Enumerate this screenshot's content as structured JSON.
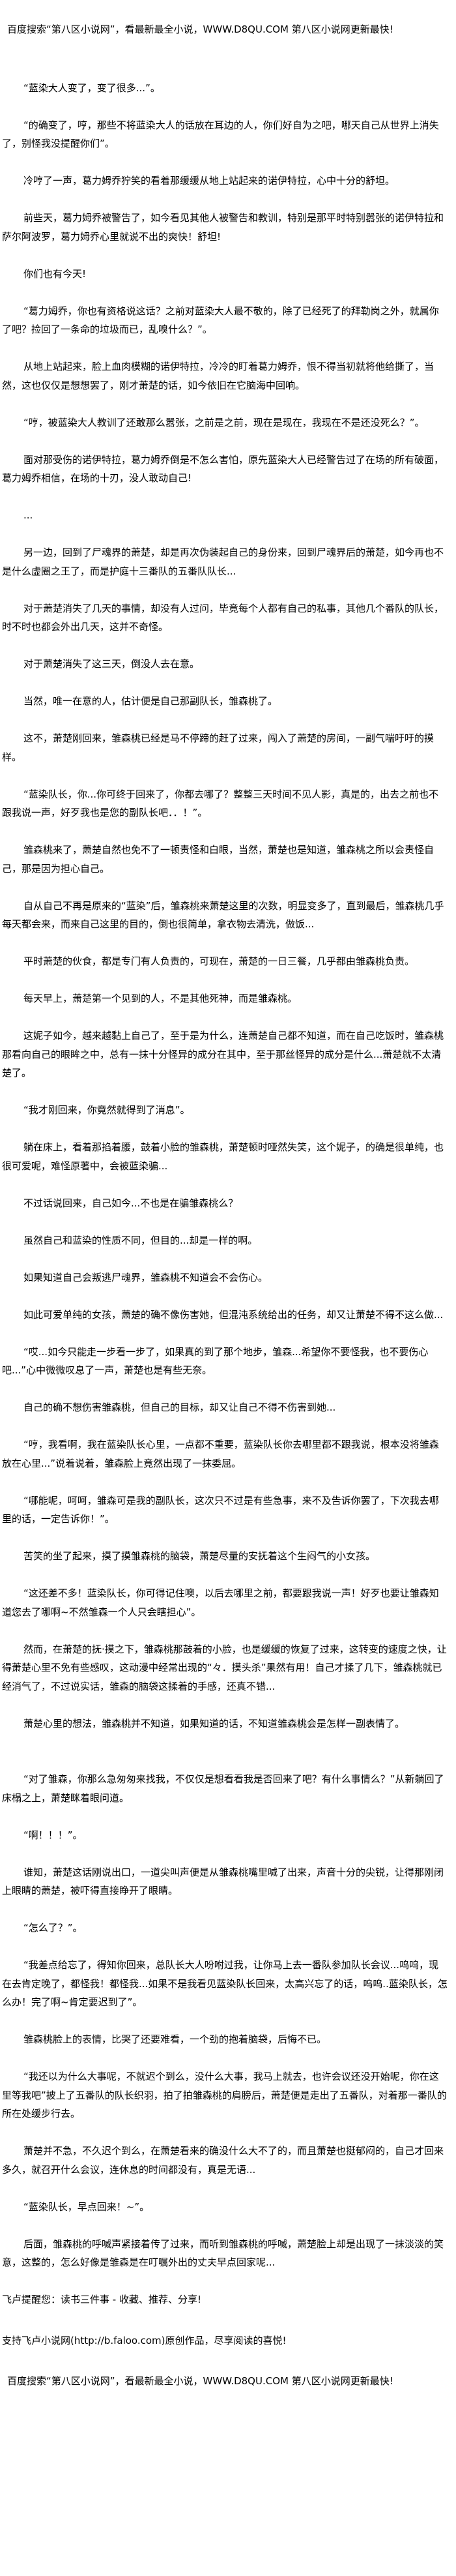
{
  "header_banner": "百度搜索“第八区小说网”，看最新最全小说，WWW.D8QU.COM   第八区小说网更新最快!",
  "paragraphs": [
    "“蓝染大人变了，变了很多...”。",
    "“的确变了，哼，那些不将蓝染大人的话放在耳边的人，你们好自为之吧，哪天自己从世界上消失了，别怪我没提醒你们”。",
    "冷哼了一声，葛力姆乔狞笑的看着那缓缓从地上站起来的诺伊特拉，心中十分的舒坦。",
    "前些天，葛力姆乔被警告了，如今看见其他人被警告和教训，特别是那平时特别嚣张的诺伊特拉和萨尔阿波罗，葛力姆乔心里就说不出的爽快！舒坦!",
    "你们也有今天!",
    "“葛力姆乔，你也有资格说这话？之前对蓝染大人最不敬的，除了已经死了的拜勒岗之外，就属你了吧？捡回了一条命的垃圾而已，乱嗅什么？”。",
    "从地上站起来，脸上血肉模糊的诺伊特拉，冷冷的盯着葛力姆乔，恨不得当初就将他给撕了，当然，这也仅仅是想想罢了，刚才萧楚的话，如今依旧在它脑海中回响。",
    "“哼，被蓝染大人教训了还敢那么嚣张，之前是之前，现在是现在，我现在不是还没死么？”。",
    "面对那受伤的诺伊特拉，葛力姆乔倒是不怎么害怕，原先蓝染大人已经警告过了在场的所有破面，葛力姆乔相信，在场的十刃，没人敢动自己!",
    "...",
    "另一边，回到了尸魂界的萧楚，却是再次伪装起自己的身份来，回到尸魂界后的萧楚，如今再也不是什么虚圈之王了，而是护庭十三番队的五番队队长...",
    "对于萧楚消失了几天的事情，却没有人过问，毕竟每个人都有自己的私事，其他几个番队的队长，时不时也都会外出几天，这并不奇怪。",
    "对于萧楚消失了这三天，倒没人去在意。",
    "当然，唯一在意的人，估计便是自己那副队长，雏森桃了。",
    "这不，萧楚刚回来，雏森桃已经是马不停蹄的赶了过来，闯入了萧楚的房间，一副气喘吁吁的摸样。",
    "“蓝染队长，你...你可终于回来了，你都去哪了？整整三天时间不见人影，真是的，出去之前也不跟我说一声，好歹我也是您的副队长吧．．！”。",
    "雏森桃来了，萧楚自然也免不了一顿责怪和白眼，当然，萧楚也是知道，雏森桃之所以会责怪自己，那是因为担心自己。",
    "自从自己不再是原来的“蓝染”后，雏森桃来萧楚这里的次数，明显变多了，直到最后，雏森桃几乎每天都会来，而来自己这里的目的，倒也很简单，拿衣物去清洗，做饭...",
    "平时萧楚的伙食，都是专门有人负责的，可现在，萧楚的一日三餐，几乎都由雏森桃负责。",
    "每天早上，萧楚第一个见到的人，不是其他死神，而是雏森桃。",
    "这妮子如今，越来越黏上自己了，至于是为什么，连萧楚自己都不知道，而在自己吃饭时，雏森桃那看向自己的眼眸之中，总有一抹十分怪异的成分在其中，至于那丝怪异的成分是什么...萧楚就不太清楚了。",
    "“我才刚回来，你竟然就得到了消息”。",
    "躺在床上，看着那掐着腰，鼓着小脸的雏森桃，萧楚顿时哑然失笑，这个妮子，的确是很单纯，也很可爱呢，难怪原著中，会被蓝染骗...",
    "不过话说回来，自己如今...不也是在骗雏森桃么？",
    "虽然自己和蓝染的性质不同，但目的...却是一样的啊。",
    "如果知道自己会叛逃尸魂界，雏森桃不知道会不会伤心。",
    "如此可爱单纯的女孩，萧楚的确不像伤害她，但混沌系统给出的任务，却又让萧楚不得不这么做...",
    "“哎...如今只能走一步看一步了，如果真的到了那个地步，雏森...希望你不要怪我，也不要伤心吧...”心中微微叹息了一声，萧楚也是有些无奈。",
    "自己的确不想伤害雏森桃，但自己的目标，却又让自己不得不伤害到她...",
    "“哼，我看啊，我在蓝染队长心里，一点都不重要，蓝染队长你去哪里都不跟我说，根本没将雏森放在心里...”说着说着，雏森脸上竟然出现了一抹委屈。",
    "“哪能呢，呵呵，雏森可是我的副队长，这次只不过是有些急事，来不及告诉你罢了，下次我去哪里的话，一定告诉你！”。",
    "苦笑的坐了起来，摸了摸雏森桃的脑袋，萧楚尽量的安抚着这个生闷气的小女孩。",
    "“这还差不多！蓝染队长，你可得记住噢，以后去哪里之前，都要跟我说一声！好歹也要让雏森知道您去了哪啊~不然雏森一个人只会瞎担心”。",
    "然而，在萧楚的抚·摸之下，雏森桃那鼓着的小脸，也是缓缓的恢复了过来，这转变的速度之快，让得萧楚心里不免有些感叹，这动漫中经常出现的“々．摸头杀”果然有用！自己才揉了几下，雏森桃就已经消气了，不过说实话，雏森的脑袋这揉着的手感，还真不错...",
    "萧楚心里的想法，雏森桃并不知道，如果知道的话，不知道雏森桃会是怎样一副表情了。",
    "“对了雏森，你那么急匆匆来找我，不仅仅是想看看我是否回来了吧？有什么事情么？”从新躺回了床榻之上，萧楚眯着眼问道。",
    "“啊！！！”。",
    "谁知，萧楚这话刚说出口，一道尖叫声便是从雏森桃嘴里喊了出来，声音十分的尖锐，让得那刚闭上眼睛的萧楚，被吓得直接睁开了眼睛。",
    "“怎么了？”。",
    "“我差点给忘了，得知你回来，总队长大人吩咐过我，让你马上去一番队参加队长会议...呜呜，现在去肯定晚了，都怪我！都怪我...如果不是我看见蓝染队长回来，太高兴忘了的话，呜呜..蓝染队长，怎么办！完了啊~肯定要迟到了”。",
    "雏森桃脸上的表情，比哭了还要难看，一个劲的抱着脑袋，后悔不已。",
    "“我还以为什么大事呢，不就迟个到么，没什么大事，我马上就去，也许会议还没开始呢，你在这里等我吧”披上了五番队的队长织羽，拍了拍雏森桃的肩膀后，萧楚便是走出了五番队，对着那一番队的所在处缓步行去。",
    "萧楚并不急，不久迟个到么，在萧楚看来的确没什么大不了的，而且萧楚也挺郁闷的，自己才回来多久，就召开什么会议，连休息的时间都没有，真是无语...",
    "“蓝染队长，早点回来！~”。",
    "后面，雏森桃的呼喊声紧接着传了过来，而听到雏森桃的呼喊，萧楚脸上却是出现了一抹淡淡的笑意，这整的，怎么好像是雏森是在叮嘱外出的丈夫早点回家呢..."
  ],
  "footer": {
    "reminder": "飞卢提醒您：读书三件事 - 收藏、推荐、分享!",
    "support": "支持飞卢小说网(http://b.faloo.com)原创作品，尽享阅读的喜悦!",
    "banner": "百度搜索“第八区小说网”，看最新最全小说，WWW.D8QU.COM   第八区小说网更新最快!"
  }
}
